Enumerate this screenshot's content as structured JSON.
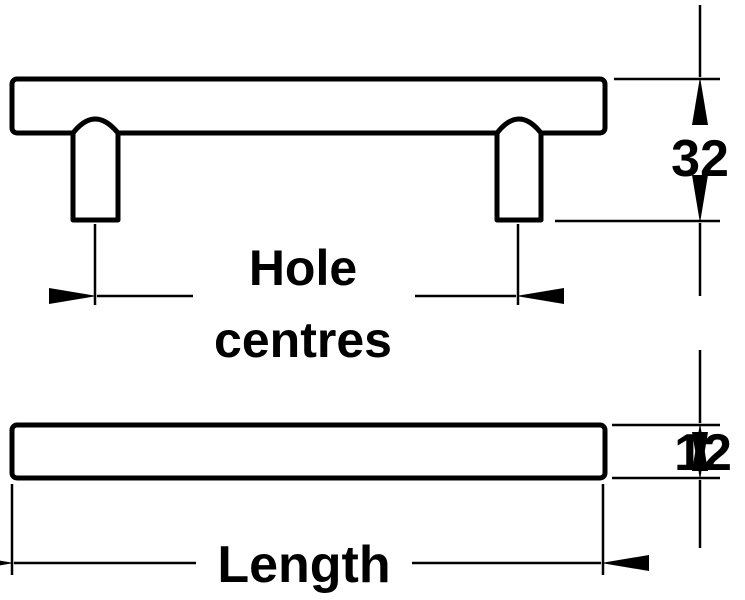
{
  "labels": {
    "hole_line1": "Hole",
    "hole_line2": "centres",
    "height": "32",
    "thickness": "12",
    "length": "Length"
  },
  "colors": {
    "stroke": "#000000",
    "background": "#ffffff"
  }
}
